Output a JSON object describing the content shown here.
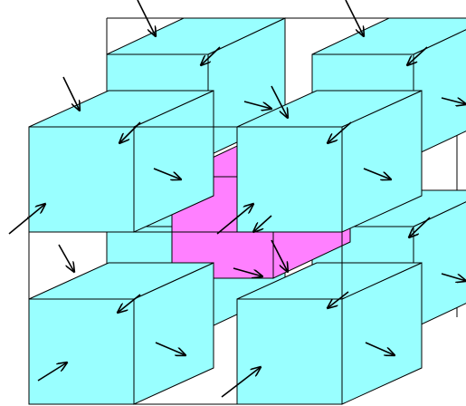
{
  "diagram": {
    "colors": {
      "cyan": "#99FFFF",
      "magenta": "#FF80FF",
      "stroke": "#000000",
      "background": "#FFFFFF"
    },
    "cubes": [
      {
        "id": "front-bottom-left",
        "fill": "cyan"
      },
      {
        "id": "front-bottom-right",
        "fill": "cyan"
      },
      {
        "id": "front-top-left",
        "fill": "cyan"
      },
      {
        "id": "front-top-right",
        "fill": "cyan"
      },
      {
        "id": "back-bottom-left",
        "fill": "cyan"
      },
      {
        "id": "back-bottom-right",
        "fill": "cyan"
      },
      {
        "id": "back-top-left",
        "fill": "cyan"
      },
      {
        "id": "back-top-right",
        "fill": "cyan"
      },
      {
        "id": "center-cube",
        "fill": "magenta"
      }
    ],
    "arrow_count": 24
  }
}
